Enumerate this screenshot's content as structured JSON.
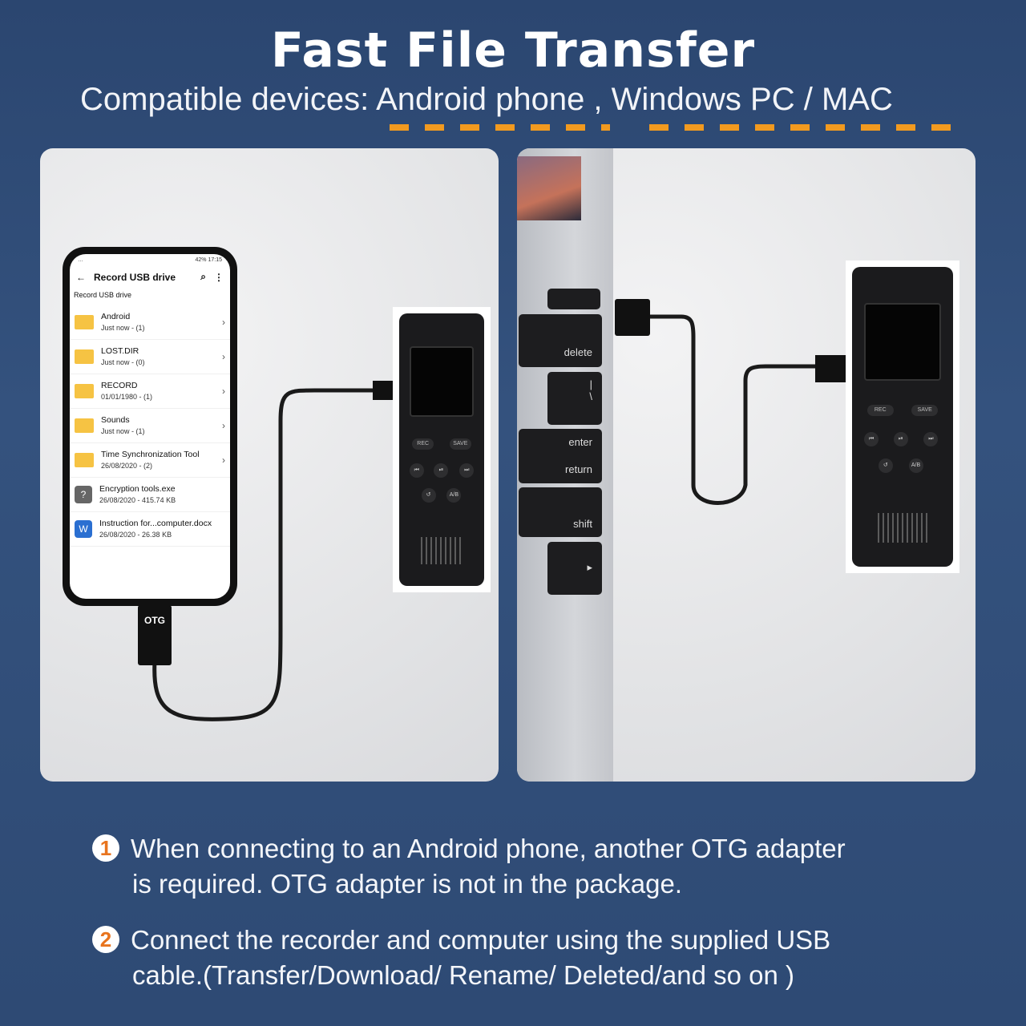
{
  "header": {
    "title": "Fast File Transfer",
    "subtitle_prefix": "Compatible devices: ",
    "android": "Android phone",
    "sep": " ,  ",
    "windows": "Windows PC / MAC"
  },
  "phone": {
    "status_left": "…",
    "status_right": "42% 17:15",
    "title": "Record USB drive",
    "breadcrumb": "Record USB drive",
    "files": [
      {
        "name": "Android",
        "meta": "Just now - (1)",
        "type": "folder"
      },
      {
        "name": "LOST.DIR",
        "meta": "Just now - (0)",
        "type": "folder"
      },
      {
        "name": "RECORD",
        "meta": "01/01/1980 - (1)",
        "type": "folder"
      },
      {
        "name": "Sounds",
        "meta": "Just now - (1)",
        "type": "folder"
      },
      {
        "name": "Time Synchronization Tool",
        "meta": "26/08/2020 - (2)",
        "type": "folder"
      },
      {
        "name": "Encryption tools.exe",
        "meta": "26/08/2020 - 415.74 KB",
        "type": "exe"
      },
      {
        "name": "Instruction for...computer.docx",
        "meta": "26/08/2020 - 26.38 KB",
        "type": "docx"
      }
    ]
  },
  "otg_label": "OTG",
  "recorder": {
    "rec": "REC",
    "save": "SAVE",
    "ab": "A/B"
  },
  "keyboard": {
    "delete": "delete",
    "enter": "enter",
    "return": "return",
    "shift": "shift"
  },
  "notes": [
    {
      "num": "1",
      "line1": "When connecting to an Android phone, another OTG adapter",
      "line2": "is required. OTG adapter is not in the package."
    },
    {
      "num": "2",
      "line1": "Connect the recorder and computer using the supplied USB",
      "line2": "cable.(Transfer/Download/ Rename/ Deleted/and so on )"
    }
  ]
}
